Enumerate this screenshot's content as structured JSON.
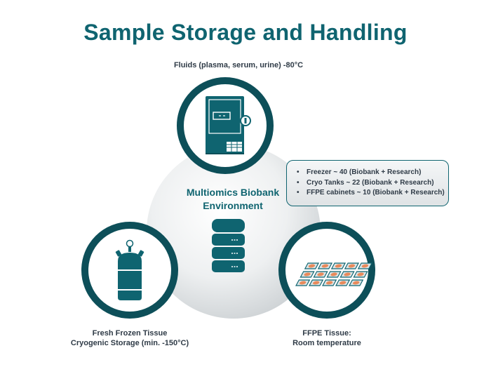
{
  "title": "Sample Storage and Handling",
  "center": {
    "line1": "Multiomics Biobank",
    "line2": "Environment"
  },
  "nodes": {
    "freezer": {
      "label": "Fluids (plasma, serum, urine) -80°C",
      "icon": "freezer-icon"
    },
    "cryo": {
      "label_line1": "Fresh Frozen Tissue",
      "label_line2": "Cryogenic Storage (min. -150°C)",
      "icon": "cryo-tank-icon"
    },
    "ffpe": {
      "label_line1": "FFPE Tissue:",
      "label_line2": "Room temperature",
      "icon": "tissue-cassettes-icon"
    }
  },
  "info": {
    "items": [
      "Freezer ~ 40 (Biobank + Research)",
      "Cryo Tanks ~ 22 (Biobank + Research)",
      "FFPE cabinets ~ 10 (Biobank + Research)"
    ]
  },
  "colors": {
    "teal": "#0f6470",
    "dark_ring": "#0d4f59",
    "tissue": "#e98a5b"
  }
}
